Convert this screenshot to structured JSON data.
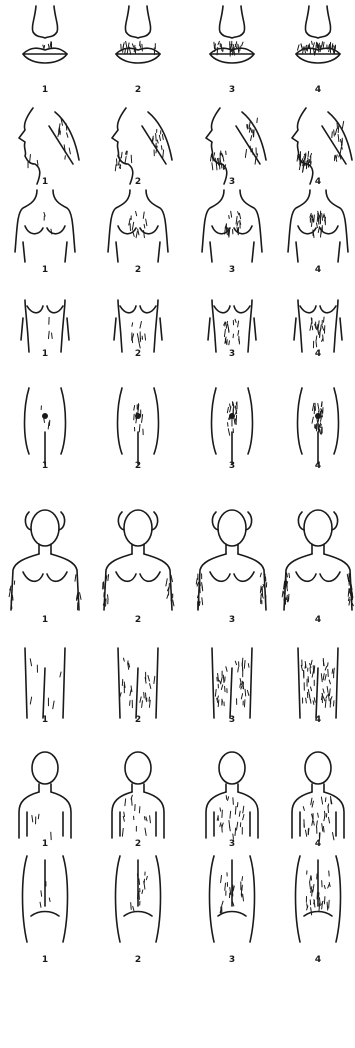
{
  "chart_data": {
    "type": "table",
    "columns": [
      "1",
      "2",
      "3",
      "4"
    ],
    "rows": [
      {
        "region": "upper-lip",
        "scores": [
          1,
          2,
          3,
          4
        ]
      },
      {
        "region": "chin",
        "scores": [
          1,
          2,
          3,
          4
        ]
      },
      {
        "region": "chest",
        "scores": [
          1,
          2,
          3,
          4
        ]
      },
      {
        "region": "upper-abdomen",
        "scores": [
          1,
          2,
          3,
          4
        ]
      },
      {
        "region": "lower-abdomen",
        "scores": [
          1,
          2,
          3,
          4
        ]
      },
      {
        "region": "arm",
        "scores": [
          1,
          2,
          3,
          4
        ]
      },
      {
        "region": "thigh",
        "scores": [
          1,
          2,
          3,
          4
        ]
      },
      {
        "region": "back",
        "scores": [
          1,
          2,
          3,
          4
        ]
      },
      {
        "region": "buttocks",
        "scores": [
          1,
          2,
          3,
          4
        ]
      }
    ]
  }
}
